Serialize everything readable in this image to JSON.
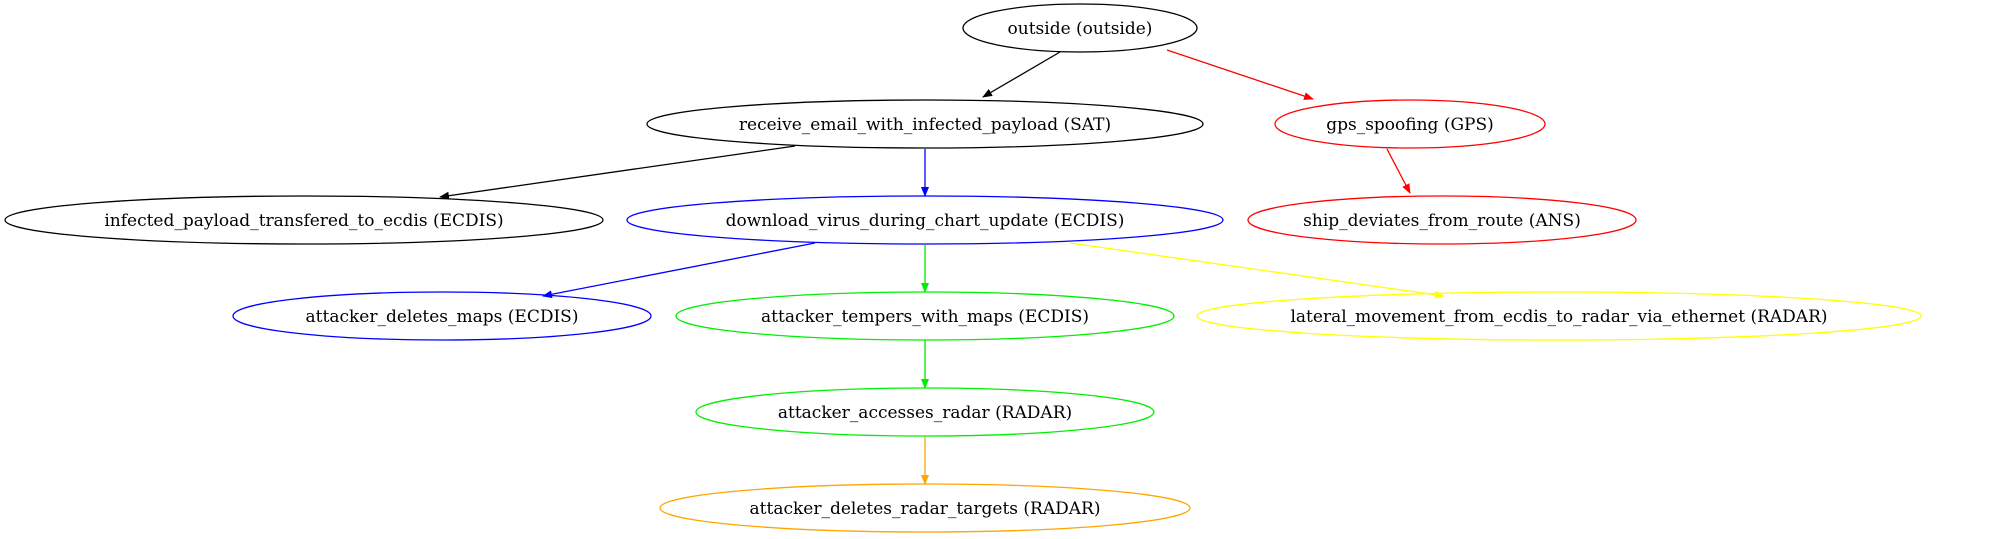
{
  "nodes": [
    {
      "id": "outside",
      "label": "outside (outside)",
      "color": "#000000"
    },
    {
      "id": "receive_email",
      "label": "receive_email_with_infected_payload (SAT)",
      "color": "#000000"
    },
    {
      "id": "gps_spoofing",
      "label": "gps_spoofing (GPS)",
      "color": "#ff0000"
    },
    {
      "id": "infected_payload",
      "label": "infected_payload_transfered_to_ecdis (ECDIS)",
      "color": "#000000"
    },
    {
      "id": "download_virus",
      "label": "download_virus_during_chart_update (ECDIS)",
      "color": "#0000ff"
    },
    {
      "id": "ship_deviates",
      "label": "ship_deviates_from_route (ANS)",
      "color": "#ff0000"
    },
    {
      "id": "deletes_maps",
      "label": "attacker_deletes_maps (ECDIS)",
      "color": "#0000ff"
    },
    {
      "id": "tempers_maps",
      "label": "attacker_tempers_with_maps (ECDIS)",
      "color": "#00ee00"
    },
    {
      "id": "lateral_movement",
      "label": "lateral_movement_from_ecdis_to_radar_via_ethernet (RADAR)",
      "color": "#ffff00"
    },
    {
      "id": "accesses_radar",
      "label": "attacker_accesses_radar (RADAR)",
      "color": "#00ee00"
    },
    {
      "id": "deletes_targets",
      "label": "attacker_deletes_radar_targets (RADAR)",
      "color": "#ffa500"
    }
  ],
  "edges": [
    {
      "from": "outside",
      "to": "receive_email",
      "color": "#000000"
    },
    {
      "from": "outside",
      "to": "gps_spoofing",
      "color": "#ff0000"
    },
    {
      "from": "receive_email",
      "to": "infected_payload",
      "color": "#000000"
    },
    {
      "from": "receive_email",
      "to": "download_virus",
      "color": "#0000ff"
    },
    {
      "from": "gps_spoofing",
      "to": "ship_deviates",
      "color": "#ff0000"
    },
    {
      "from": "download_virus",
      "to": "deletes_maps",
      "color": "#0000ff"
    },
    {
      "from": "download_virus",
      "to": "tempers_maps",
      "color": "#00ee00"
    },
    {
      "from": "download_virus",
      "to": "lateral_movement",
      "color": "#ffff00"
    },
    {
      "from": "tempers_maps",
      "to": "accesses_radar",
      "color": "#00ee00"
    },
    {
      "from": "accesses_radar",
      "to": "deletes_targets",
      "color": "#ffa500"
    }
  ]
}
